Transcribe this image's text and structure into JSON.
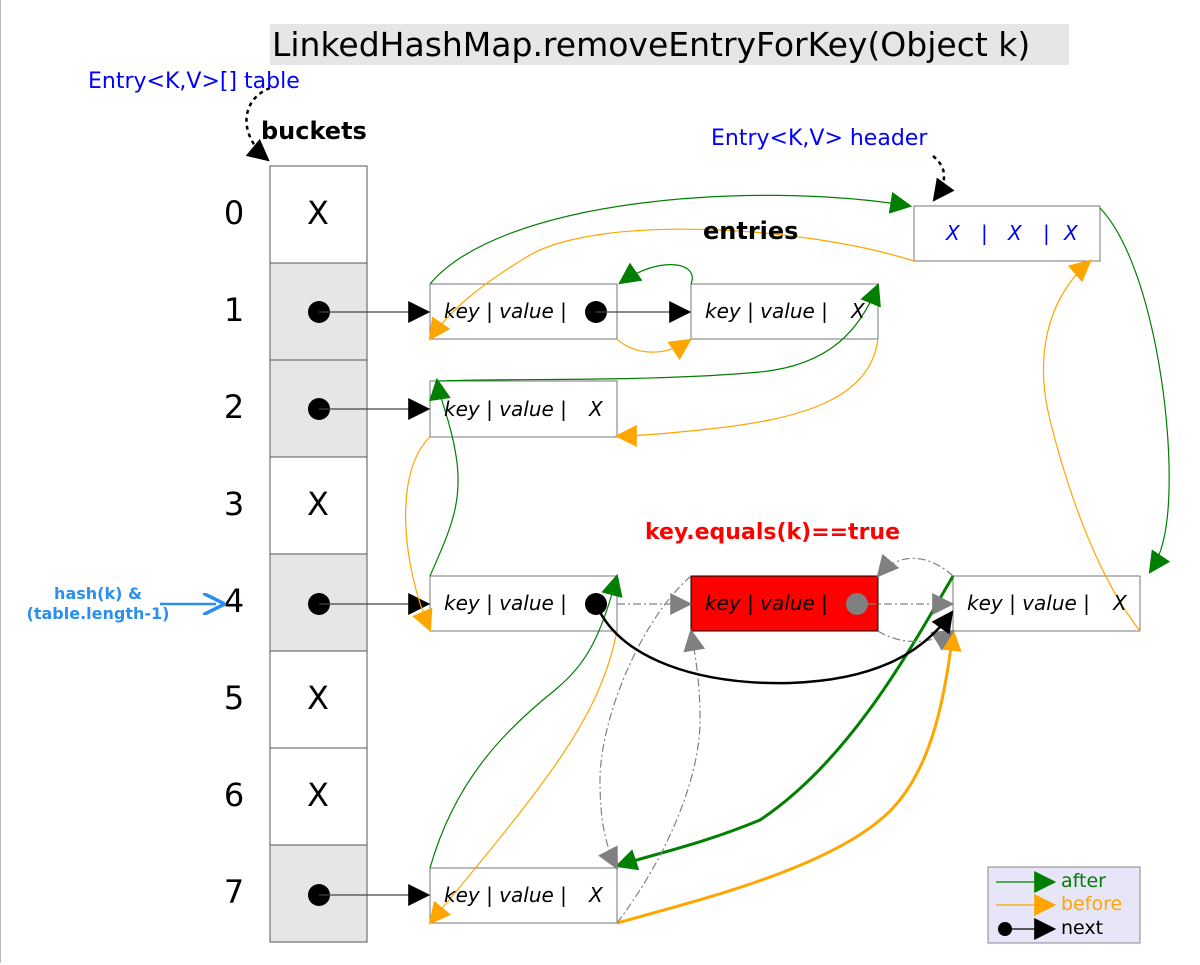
{
  "title": "LinkedHashMap.removeEntryForKey(Object k)",
  "table_label": "Entry<K,V>[] table",
  "buckets_label": "buckets",
  "header_label": "Entry<K,V> header",
  "entries_label": "entries",
  "condition_label": "key.equals(k)==true",
  "hash_label_line1": "hash(k) &",
  "hash_label_line2": "(table.length-1)",
  "indices": [
    "0",
    "1",
    "2",
    "3",
    "4",
    "5",
    "6",
    "7"
  ],
  "bucket_cells": [
    "X",
    "",
    "",
    "X",
    "",
    "X",
    "X",
    ""
  ],
  "header_cells": [
    "X",
    "|",
    "X",
    "|",
    "X"
  ],
  "entries": {
    "e1a": "key | value |",
    "e1b": "key | value |",
    "e1b_x": "X",
    "e2": "key | value |",
    "e2_x": "X",
    "e4a": "key | value |",
    "e4_removed": "key | value |",
    "e4c": "key | value |",
    "e4c_x": "X",
    "e7": "key | value |",
    "e7_x": "X"
  },
  "legend": {
    "after": "after",
    "before": "before",
    "next": "next"
  },
  "colors": {
    "after": "#007f00",
    "before": "#ffa500",
    "next": "#000000",
    "removed": "#ff0000",
    "removed_link": "#808080"
  }
}
